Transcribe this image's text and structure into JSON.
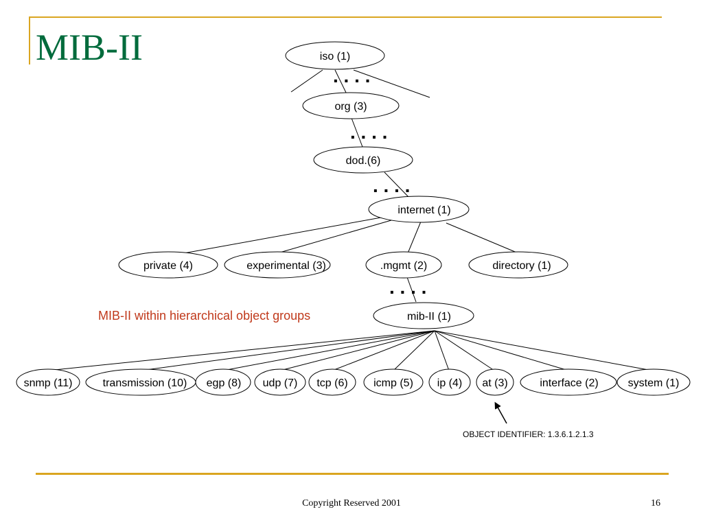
{
  "slide": {
    "title": "MIB-II",
    "footer": "Copyright Reserved 2001",
    "page_number": "16"
  },
  "colors": {
    "accent": "#DAA520",
    "title": "#006B3C",
    "caption": "#C0391B",
    "line": "#000000"
  },
  "diagram": {
    "ellipsis": ". . . .",
    "nodes": {
      "iso": "iso (1)",
      "org": "org (3)",
      "dod": "dod.(6)",
      "internet": "internet (1)",
      "private": "private (4)",
      "experimental": "experimental (3)",
      "mgmt": ".mgmt (2)",
      "directory": "directory (1)",
      "mib2": "mib-II (1)",
      "snmp": "snmp (11)",
      "transmission": "transmission (10)",
      "egp": "egp (8)",
      "udp": "udp (7)",
      "tcp": "tcp (6)",
      "icmp": "icmp (5)",
      "ip": "ip (4)",
      "at": "at (3)",
      "interface": "interface (2)",
      "system": "system (1)"
    },
    "caption": "MIB-II within hierarchical object groups",
    "object_identifier": "OBJECT IDENTIFIER: 1.3.6.1.2.1.3"
  }
}
